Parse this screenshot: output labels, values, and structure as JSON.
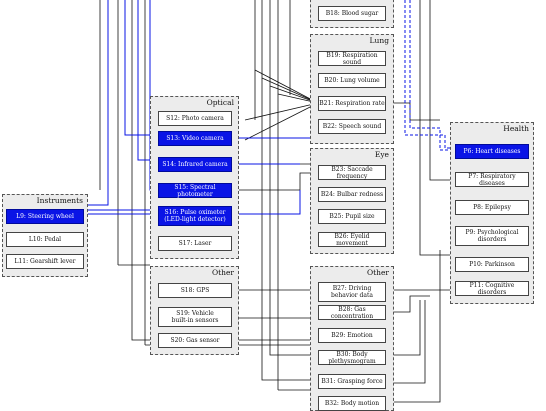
{
  "colors": {
    "highlight": "#0a14e6",
    "edge": "#111111",
    "group_bg": "#ececec"
  },
  "groups": {
    "instruments": "Instruments",
    "optical": "Optical",
    "other_sensors": "Other",
    "lung": "Lung",
    "eye": "Eye",
    "other_bio": "Other",
    "health": "Health"
  },
  "nodes": {
    "l9": "L9: Steering wheel",
    "l10": "L10: Pedal",
    "l11": "L11: Gearshift lever",
    "s12": "S12: Photo camera",
    "s13": "S13: Video camera",
    "s14": "S14: Infrared camera",
    "s15": "S15: Spectral photometer",
    "s16": "S16: Pulse oximeter\n(LED-light detector)",
    "s17": "S17: Laser",
    "s18": "S18: GPS",
    "s19": "S19: Vehicle\nbuilt-in sensors",
    "s20": "S20: Gas sensor",
    "b18": "B18: Blood sugar",
    "b19": "B19: Respiration sound",
    "b20": "B20: Lung volume",
    "b21": "B21: Respiration rate",
    "b22": "B22: Speech sound",
    "b23": "B23: Saccade frequency",
    "b24": "B24: Bulbar redness",
    "b25": "B25: Pupil size",
    "b26": "B26: Eyelid movement",
    "b27": "B27: Driving\nbehavior data",
    "b28": "B28: Gas concentration",
    "b29": "B29: Emotion",
    "b30": "B30: Body plethysmogram",
    "b31": "B31: Grasping force",
    "b32": "B32: Body motion",
    "p6": "P6: Heart diseases",
    "p7": "P7: Respiratory diseases",
    "p8": "P8: Epilepsy",
    "p9": "P9: Psychological\ndisorders",
    "p10": "P10: Parkinson",
    "p11": "P11: Cognitive disorders"
  }
}
